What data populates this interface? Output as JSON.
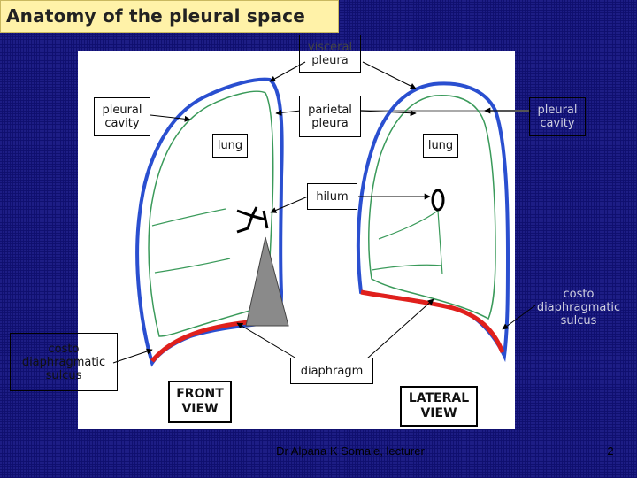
{
  "title": "Anatomy of the pleural space",
  "labels": {
    "visceral_pleura": [
      "visceral",
      "pleura"
    ],
    "pleural_cavity_left": [
      "pleural",
      "cavity"
    ],
    "parietal_pleura": [
      "parietal",
      "pleura"
    ],
    "pleural_cavity_right": [
      "pleural",
      "cavity"
    ],
    "lung_front": "lung",
    "lung_lateral": "lung",
    "hilum": "hilum",
    "costo_right": [
      "costo",
      "diaphragmatic",
      "sulcus"
    ],
    "costo_left": [
      "costo",
      "diaphragmatic",
      "sulcus"
    ],
    "diaphragm": "diaphragm",
    "front_view": [
      "FRONT",
      "VIEW"
    ],
    "lateral_view": [
      "LATERAL",
      "VIEW"
    ]
  },
  "colors": {
    "pleura": "#2a4fd0",
    "lung_outline": "#3a9a5a",
    "diaphragm": "#e0201c",
    "mediastinum": "#8a8a8a",
    "title_bg": "#fff2a8",
    "slide_bg": "#0f0f6e"
  },
  "footer": {
    "credit": "Dr Alpana K Somale, lecturer",
    "page": "2"
  }
}
